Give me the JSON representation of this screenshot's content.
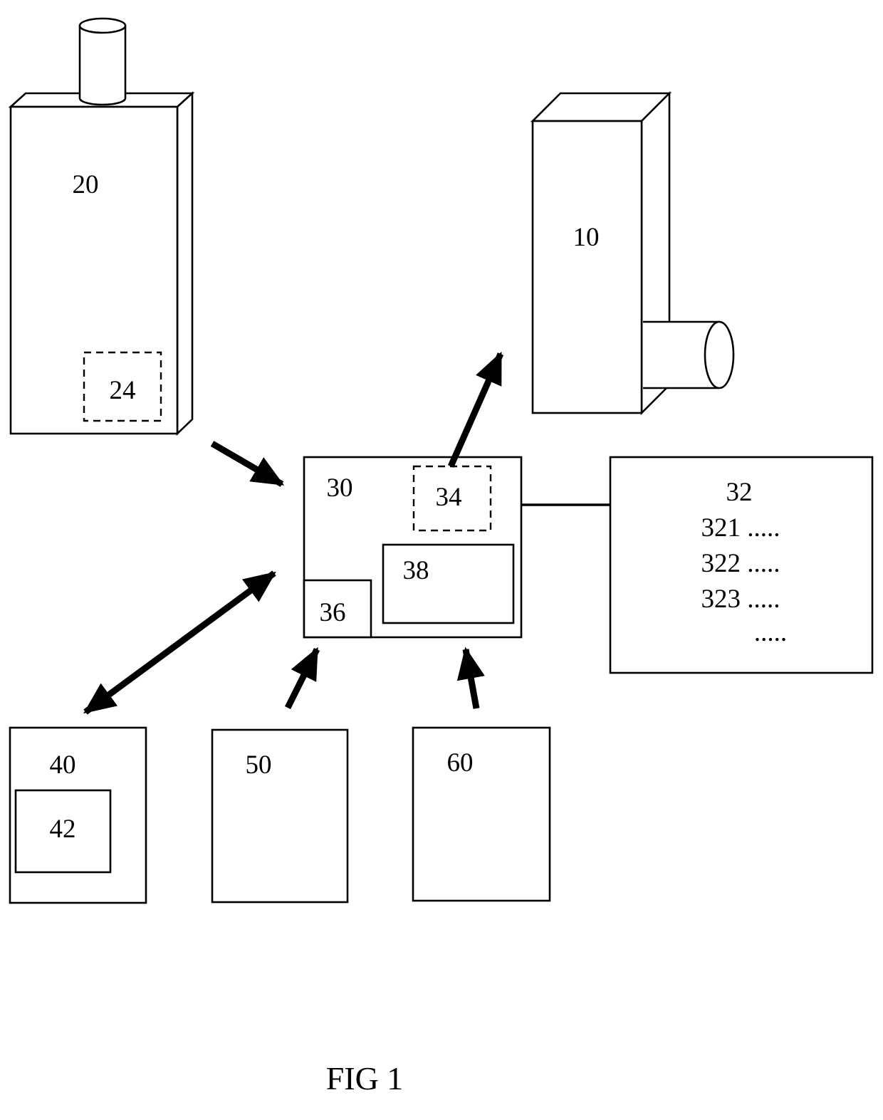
{
  "figure": {
    "caption": "FIG 1",
    "labels": {
      "b20": "20",
      "b24": "24",
      "b10": "10",
      "b30": "30",
      "b34": "34",
      "b36": "36",
      "b38": "38",
      "b40": "40",
      "b42": "42",
      "b50": "50",
      "b60": "60"
    },
    "list_32": {
      "title": "32",
      "items": [
        "321 .....",
        "322 .....",
        "323 .....",
        "....."
      ]
    },
    "colors": {
      "stroke": "#000000",
      "background": "#ffffff"
    }
  }
}
